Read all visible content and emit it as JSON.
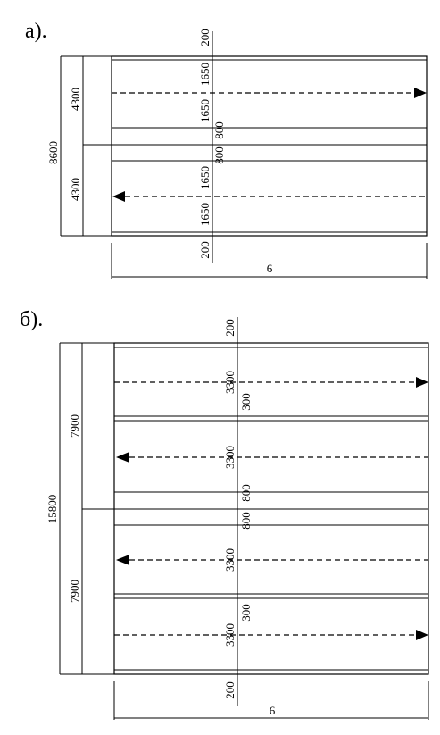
{
  "diagram_a": {
    "label": "а).",
    "overall_dim": "8600",
    "half_top": "4300",
    "half_bottom": "4300",
    "dims_center": [
      "200",
      "1650",
      "1650",
      "800",
      "800",
      "1650",
      "1650",
      "200"
    ],
    "span": "6"
  },
  "diagram_b": {
    "label": "б).",
    "overall_dim": "15800",
    "half_top": "7900",
    "half_bottom": "7900",
    "dims_center": [
      "200",
      "3300",
      "300",
      "3300",
      "800",
      "800",
      "3300",
      "300",
      "3300",
      "200"
    ],
    "span": "6"
  }
}
